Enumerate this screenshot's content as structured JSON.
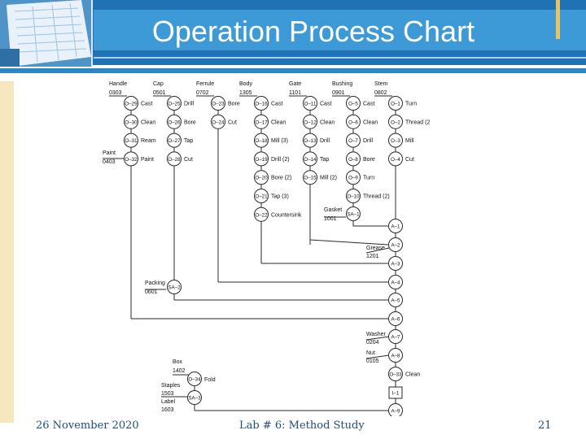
{
  "slide": {
    "title": "Operation Process Chart",
    "footer_date": "26 November 2020",
    "footer_center": "Lab # 6: Method Study",
    "page_number": "21"
  },
  "colors": {
    "header": "#1f73b4",
    "header_light": "#3d9ad6",
    "side_bar": "#f6e7bf",
    "accent": "#e8c466",
    "line": "#2a2a2a"
  },
  "components": [
    {
      "name": "Handle",
      "part": "0303",
      "ops": [
        {
          "code": "O–29",
          "label": "Cast"
        },
        {
          "code": "O–30",
          "label": "Clean"
        },
        {
          "code": "O–31",
          "label": "Ream"
        },
        {
          "code": "O–32",
          "label": "Paint"
        }
      ]
    },
    {
      "name": "Cap",
      "part": "0501",
      "ops": [
        {
          "code": "O–25",
          "label": "Drill"
        },
        {
          "code": "O–26",
          "label": "Bore"
        },
        {
          "code": "O–27",
          "label": "Tap"
        },
        {
          "code": "O–28",
          "label": "Cut"
        }
      ]
    },
    {
      "name": "Ferrule",
      "part": "0702",
      "ops": [
        {
          "code": "O–23",
          "label": "Bore"
        },
        {
          "code": "O–24",
          "label": "Cut"
        }
      ]
    },
    {
      "name": "Body",
      "part": "1305",
      "ops": [
        {
          "code": "O–16",
          "label": "Cast"
        },
        {
          "code": "O–17",
          "label": "Clean"
        },
        {
          "code": "O–18",
          "label": "Mill (3)"
        },
        {
          "code": "O–19",
          "label": "Drill (2)"
        },
        {
          "code": "O–20",
          "label": "Bore (2)"
        },
        {
          "code": "O–21",
          "label": "Tap (3)"
        },
        {
          "code": "O–22",
          "label": "Countersink"
        }
      ]
    },
    {
      "name": "Gate",
      "part": "1101",
      "ops": [
        {
          "code": "O–11",
          "label": "Cast"
        },
        {
          "code": "O–12",
          "label": "Clean"
        },
        {
          "code": "O–13",
          "label": "Drill"
        },
        {
          "code": "O–14",
          "label": "Tap"
        },
        {
          "code": "O–15",
          "label": "Mill (2)"
        }
      ]
    },
    {
      "name": "Bushing",
      "part": "0901",
      "ops": [
        {
          "code": "O–5",
          "label": "Cast"
        },
        {
          "code": "O–6",
          "label": "Clean"
        },
        {
          "code": "O–7",
          "label": "Drill"
        },
        {
          "code": "O–8",
          "label": "Bore"
        },
        {
          "code": "O–9",
          "label": "Turn"
        },
        {
          "code": "O–10",
          "label": "Thread (2)"
        }
      ]
    },
    {
      "name": "Stem",
      "part": "0802",
      "ops": [
        {
          "code": "O–1",
          "label": "Turn"
        },
        {
          "code": "O–2",
          "label": "Thread (2"
        },
        {
          "code": "O–3",
          "label": "Mill"
        },
        {
          "code": "O–4",
          "label": "Cut"
        }
      ]
    }
  ],
  "side_inputs": [
    {
      "name": "Paint",
      "part": "0403"
    },
    {
      "name": "Gasket",
      "part": "1001"
    },
    {
      "name": "Grease",
      "part": "1201"
    },
    {
      "name": "Packing",
      "part": "0601"
    },
    {
      "name": "Washer",
      "part": "0204"
    },
    {
      "name": "Nut",
      "part": "0105"
    },
    {
      "name": "Box",
      "part": "1402"
    },
    {
      "name": "Staples",
      "part": "1503"
    },
    {
      "name": "Label",
      "part": "1603"
    }
  ],
  "subassemblies": [
    {
      "code": "SA–1"
    },
    {
      "code": "SA–2"
    },
    {
      "code": "SA–3"
    },
    {
      "code": "O–34",
      "label": "Fold"
    }
  ],
  "main_line": [
    {
      "code": "A–1"
    },
    {
      "code": "A–2"
    },
    {
      "code": "A–3"
    },
    {
      "code": "A–4"
    },
    {
      "code": "A–5"
    },
    {
      "code": "A–6"
    },
    {
      "code": "A–7"
    },
    {
      "code": "A–8"
    },
    {
      "code": "O–33",
      "label": "Clean"
    },
    {
      "code": "I–1"
    },
    {
      "code": "A–9"
    }
  ]
}
